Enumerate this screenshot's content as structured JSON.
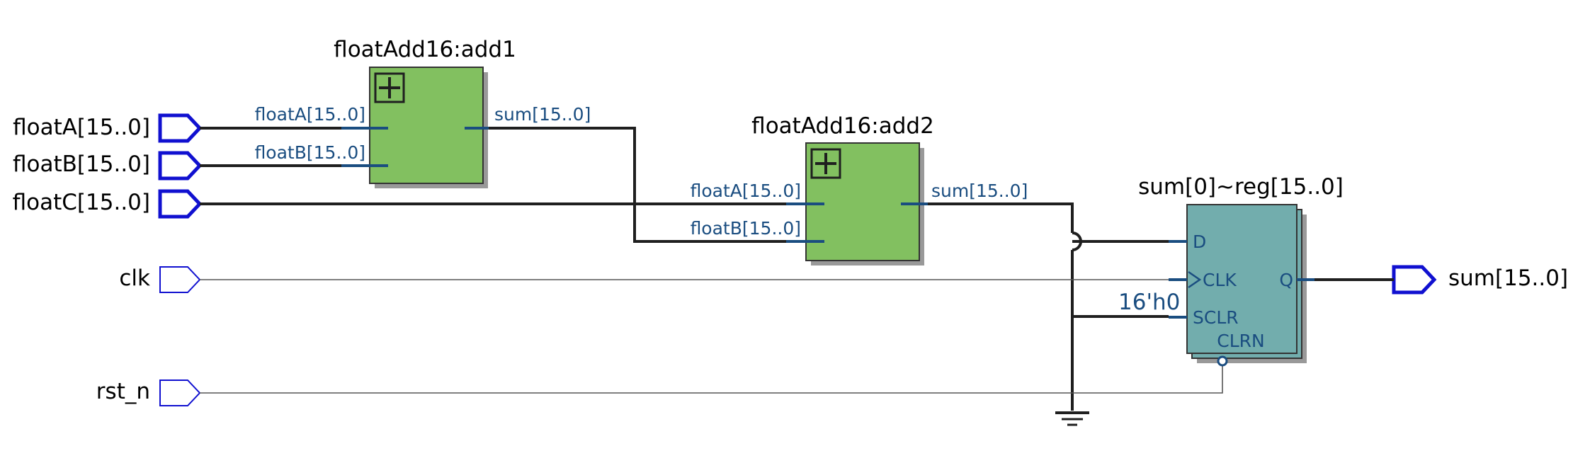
{
  "inputs": {
    "floatA": "floatA[15..0]",
    "floatB": "floatB[15..0]",
    "floatC": "floatC[15..0]",
    "clk": "clk",
    "rst_n": "rst_n"
  },
  "output": {
    "sum": "sum[15..0]"
  },
  "add1": {
    "title": "floatAdd16:add1",
    "pin_a": "floatA[15..0]",
    "pin_b": "floatB[15..0]",
    "pin_out": "sum[15..0]"
  },
  "add2": {
    "title": "floatAdd16:add2",
    "pin_a": "floatA[15..0]",
    "pin_b": "floatB[15..0]",
    "pin_out": "sum[15..0]"
  },
  "reg": {
    "title": "sum[0]~reg[15..0]",
    "pin_d": "D",
    "pin_clk": "CLK",
    "pin_sclr": "SCLR",
    "pin_clrn": "CLRN",
    "pin_q": "Q",
    "sclr_const": "16'h0"
  },
  "colors": {
    "adder_fill": "#82c060",
    "register_fill": "#72adad",
    "shadow": "#999999",
    "port_outline": "#1010d0",
    "pin_text": "#1a4d80"
  },
  "icons": {
    "expand": "plus-box-icon",
    "ground": "ground-icon",
    "clock": "clock-triangle-icon",
    "inversion": "inversion-bubble-icon"
  }
}
